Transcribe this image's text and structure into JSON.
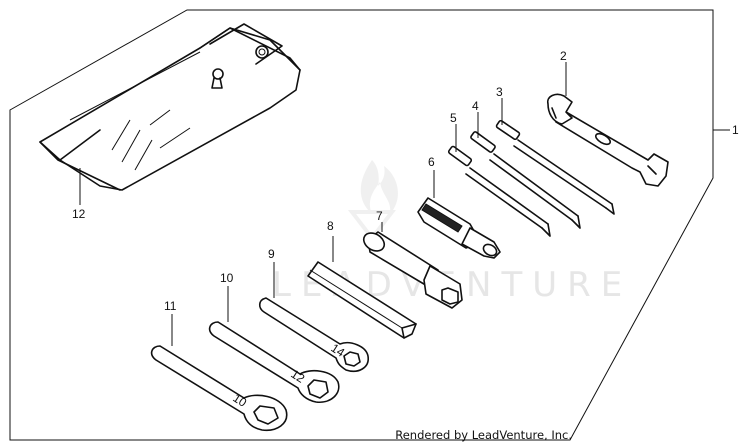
{
  "diagram": {
    "part_numbers": {
      "kit": "1",
      "spanner_wrench": "2",
      "screwdriver_long": "3",
      "screwdriver_mid": "4",
      "screwdriver_short": "5",
      "screwdriver_grip": "6",
      "plug_wrench": "7",
      "handle_bar": "8",
      "box_wrench_a": "9",
      "box_wrench_b": "10",
      "box_wrench_c": "11",
      "tool_bag": "12"
    },
    "watermark_text": "LEADVENTURE",
    "credit": "Rendered by LeadVenture, Inc."
  }
}
